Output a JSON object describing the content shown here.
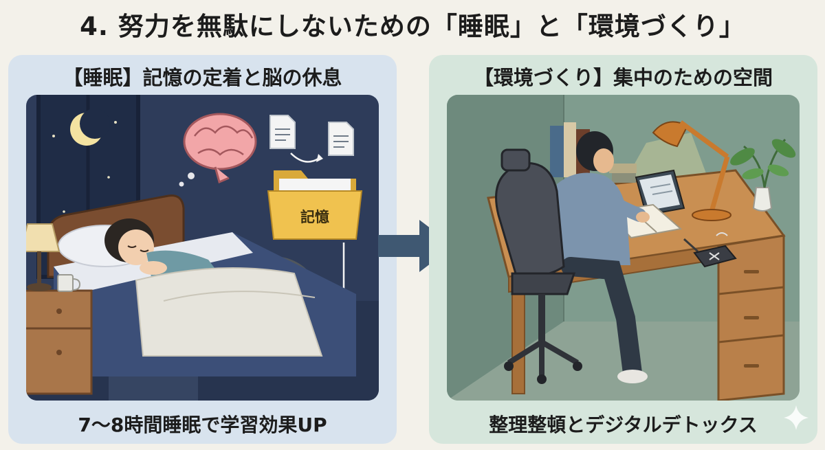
{
  "title": "4. 努力を無駄にしないための「睡眠」と「環境づくり」",
  "left_panel": {
    "heading": "【睡眠】記憶の定着と脳の休息",
    "caption": "7〜8時間睡眠で学習効果UP",
    "folder_label_top": "記憶",
    "folder_label_bottom": "記憶"
  },
  "right_panel": {
    "heading": "【環境づくり】集中のための空間",
    "caption": "整理整頓とデジタルデトックス"
  },
  "colors": {
    "night_sky": "#2e3c5a",
    "folder": "#f0c24f",
    "desk": "#c98f52",
    "arrow": "#3f5872"
  }
}
